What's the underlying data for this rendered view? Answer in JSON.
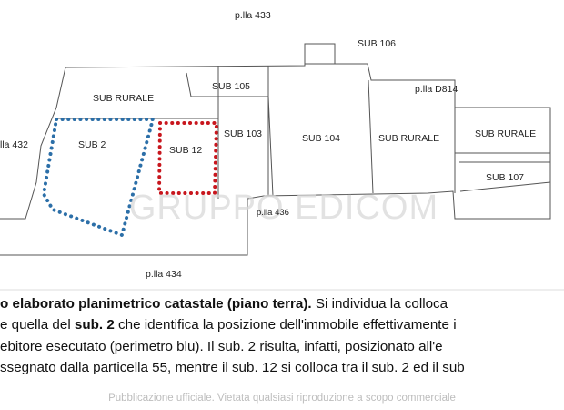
{
  "plan": {
    "labels": {
      "p433": "p.lla 433",
      "p432": "lla 432",
      "p434": "p.lla 434",
      "p436": "p.lla 436",
      "pD814": "p.lla D814",
      "sub106": "SUB 106",
      "sub_rurale_1": "SUB RURALE",
      "sub105": "SUB 105",
      "sub2": "SUB 2",
      "sub12": "SUB 12",
      "sub103": "SUB 103",
      "sub104": "SUB 104",
      "sub_rurale_2": "SUB RURALE",
      "sub_rurale_3": "SUB RURALE",
      "sub107": "SUB 107"
    },
    "colors": {
      "line": "#555555",
      "sub2_perimeter": "#2c6fa8",
      "sub12_perimeter": "#c8161d"
    },
    "watermark": "GRUPPO EDICOM"
  },
  "caption": {
    "line1_bold": "o elaborato planimetrico catastale (piano terra).",
    "line1_rest": " Si individua la colloca",
    "line2_start": "e quella del ",
    "line2_bold": "sub. 2",
    "line2_rest": " che identifica la posizione dell'immobile effettivamente i",
    "line3": "ebitore esecutato (perimetro blu). Il sub. 2 risulta, infatti, posizionato all'e",
    "line4": "ssegnato dalla particella 55, mentre il sub. 12 si colloca tra il sub. 2 ed il sub"
  },
  "footer": "Pubblicazione ufficiale. Vietata qualsiasi riproduzione a scopo commerciale"
}
